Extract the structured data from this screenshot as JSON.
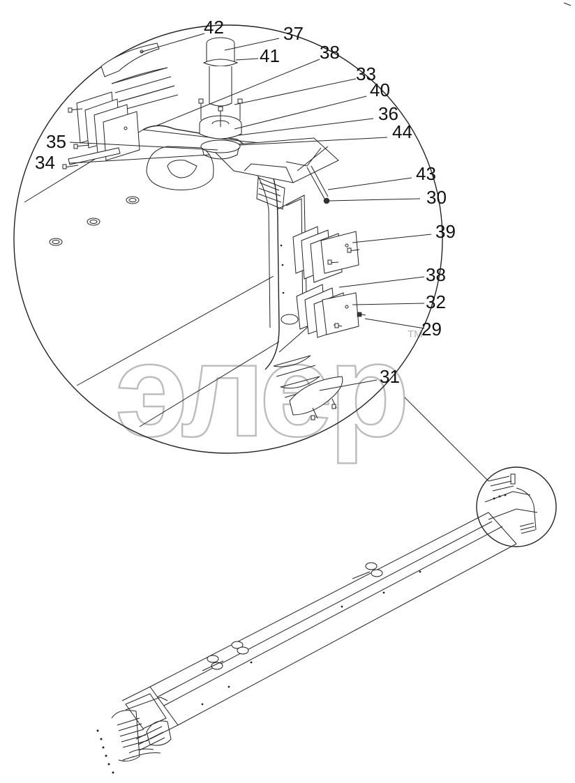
{
  "diagram": {
    "part_labels": [
      "42",
      "37",
      "41",
      "38",
      "33",
      "40",
      "36",
      "35",
      "44",
      "34",
      "43",
      "30",
      "39",
      "38",
      "32",
      "29",
      "31"
    ],
    "watermark_logo": "элер",
    "watermark_small": "ТМ"
  }
}
